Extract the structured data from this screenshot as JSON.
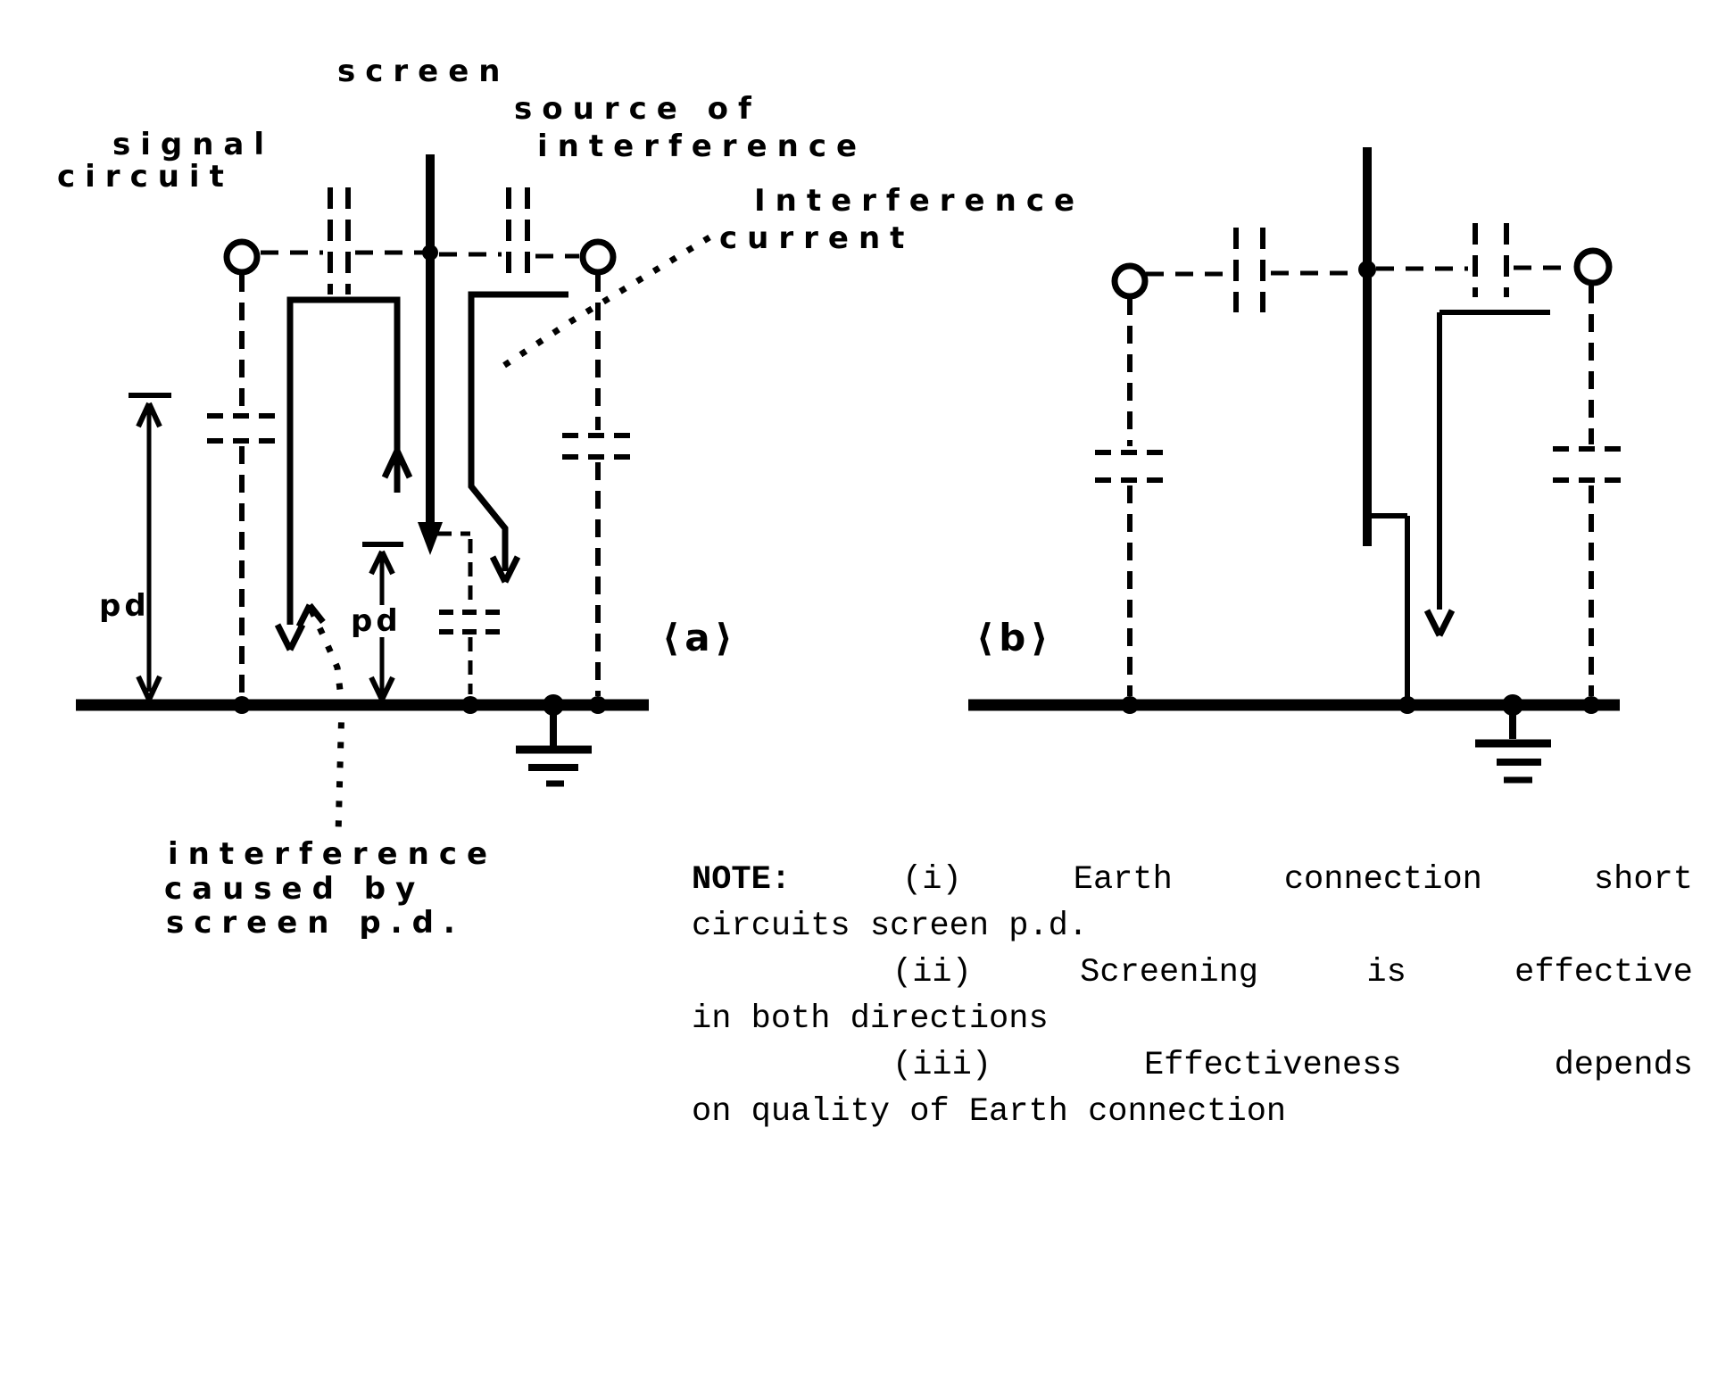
{
  "colors": {
    "ink": "#000000",
    "paper": "#ffffff"
  },
  "labels": {
    "screen": "screen",
    "signal_line1": "signal",
    "signal_line2": "circuit",
    "source_line1": "source of",
    "source_line2": "interference",
    "current_line1": "Interference",
    "current_line2": "current",
    "pd_left": "pd",
    "pd_middle": "pd",
    "caused_line1": "interference",
    "caused_line2": "caused by",
    "caused_line3": "screen p.d.",
    "panel_a": "⟨a⟩",
    "panel_b": "⟨b⟩"
  },
  "note": {
    "line1": {
      "w0": "NOTE:",
      "w1": "(i)",
      "w2": "Earth",
      "w3": "connection",
      "w4": "short"
    },
    "line2": "circuits screen p.d.",
    "line3": {
      "w1": "(ii)",
      "w2": "Screening",
      "w3": "is",
      "w4": "effective"
    },
    "line4": "in both directions",
    "line5": {
      "w1": "(iii)",
      "w2": "Effectiveness",
      "w3": "depends"
    },
    "line6": "on quality of Earth connection"
  }
}
